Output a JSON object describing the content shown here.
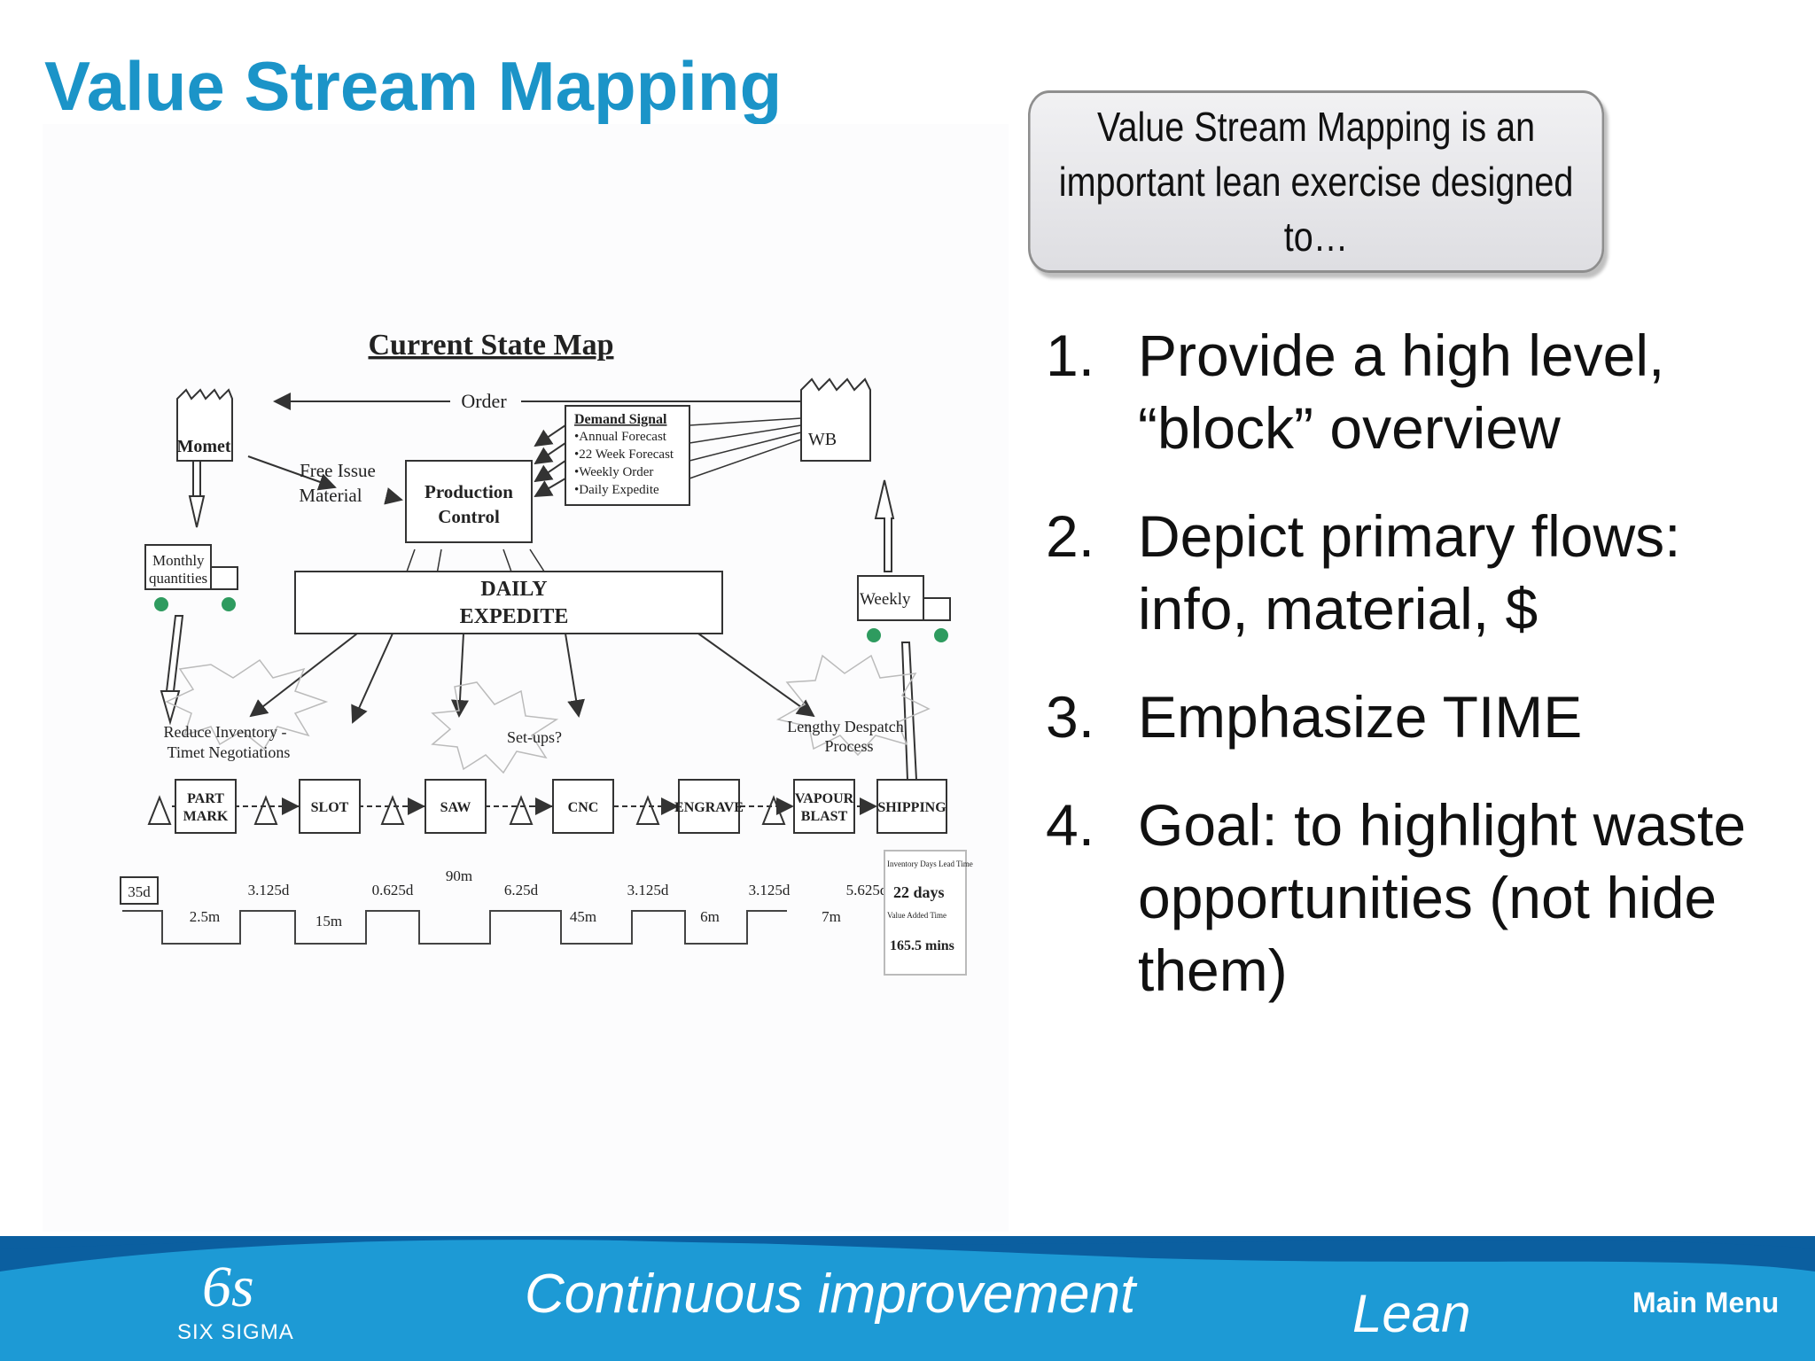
{
  "slide": {
    "title": "Value Stream Mapping",
    "callout": "Value Stream Mapping is an important lean exercise designed to…",
    "points": [
      {
        "num": "1.",
        "text": "Provide a high level, “block” overview"
      },
      {
        "num": "2.",
        "text": "Depict primary flows: info, material, $"
      },
      {
        "num": "3.",
        "text": "Emphasize TIME"
      },
      {
        "num": "4.",
        "text": "Goal: to highlight waste opportunities (not hide them)"
      }
    ]
  },
  "map": {
    "title": "Current State Map",
    "order_label": "Order",
    "supplier": "Momet",
    "customer": "WB",
    "free_issue": [
      "Free Issue",
      "Material"
    ],
    "production_control": [
      "Production",
      "Control"
    ],
    "demand_signal": {
      "title": "Demand Signal",
      "items": [
        "•Annual Forecast",
        "•22 Week Forecast",
        "•Weekly Order",
        "•Daily Expedite"
      ]
    },
    "daily_expedite": [
      "DAILY",
      "EXPEDITE"
    ],
    "monthly_truck": [
      "Monthly",
      "quantities"
    ],
    "weekly_truck": "Weekly",
    "bursts": [
      [
        "Reduce Inventory -",
        "Timet Negotiations"
      ],
      [
        "Set-ups?"
      ],
      [
        "Lengthy Despatch",
        "Process"
      ]
    ],
    "processes": [
      [
        "PART",
        "MARK"
      ],
      [
        "SLOT"
      ],
      [
        "SAW"
      ],
      [
        "CNC"
      ],
      [
        "ENGRAVE"
      ],
      [
        "VAPOUR",
        "BLAST"
      ],
      [
        "SHIPPING"
      ]
    ],
    "timeline": {
      "start_inventory": "35d",
      "waits": [
        "3.125d",
        "0.625d",
        "6.25d",
        "3.125d",
        "3.125d",
        "5.625d"
      ],
      "extra": "90m",
      "process_times": [
        "2.5m",
        "15m",
        "45m",
        "6m",
        "7m"
      ],
      "lead_time_label": "Inventory Days Lead Time",
      "lead_time": "22 days",
      "value_added_label": "Value Added Time",
      "value_added": "165.5 mins"
    }
  },
  "footer": {
    "logo_mark": "6s",
    "logo_text": "SIX SIGMA",
    "tagline1": "Continuous improvement",
    "tagline2": "Lean",
    "menu_label": "Main Menu"
  },
  "colors": {
    "title": "#1b94c8",
    "footer_dark": "#0b5fa0",
    "footer_light": "#1d9ad5",
    "truck_wheel": "#2e9b5f"
  }
}
